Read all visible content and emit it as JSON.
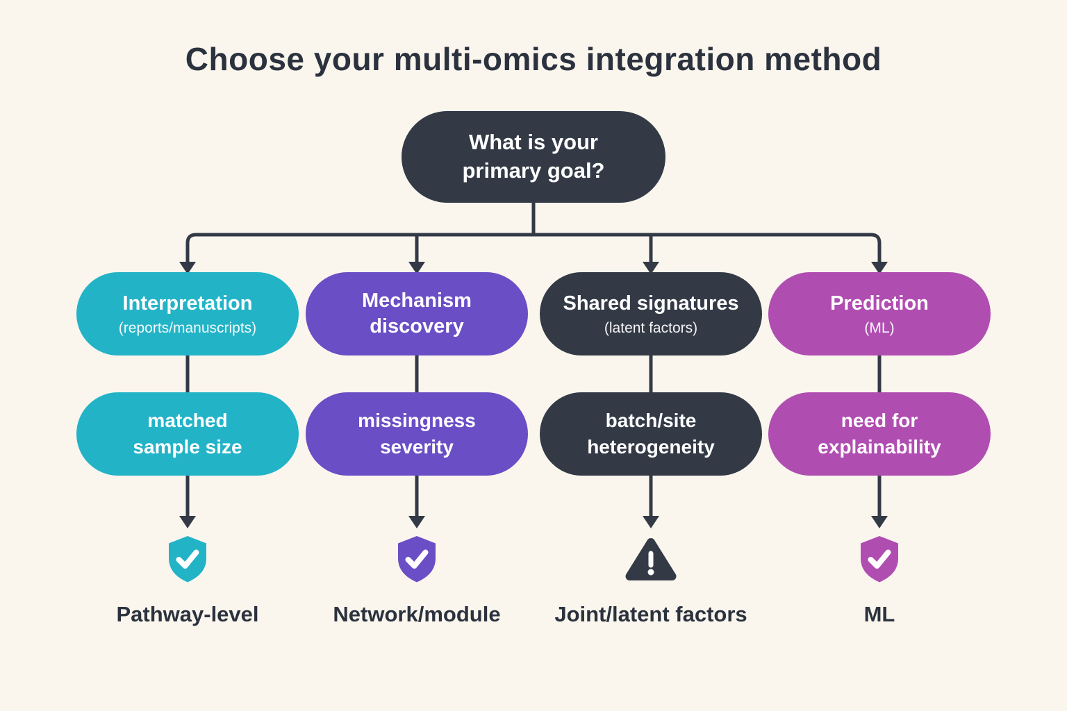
{
  "title": "Choose your multi-omics integration method",
  "colors": {
    "background": "#faf6ee",
    "dark": "#333a46",
    "line": "#333a46",
    "title_text": "#2b323e",
    "node_text": "#ffffff"
  },
  "root": {
    "lines": [
      "What is your",
      "primary goal?"
    ]
  },
  "branches": [
    {
      "goal": {
        "title": "Interpretation",
        "subtitle": "(reports/manuscripts)"
      },
      "factor": {
        "lines": [
          "matched",
          "sample size"
        ]
      },
      "icon": "shield-check",
      "outcome": "Pathway-level",
      "color": "#22b3c7"
    },
    {
      "goal": {
        "title": "Mechanism discovery",
        "subtitle": ""
      },
      "factor": {
        "lines": [
          "missingness",
          "severity"
        ]
      },
      "icon": "shield-check",
      "outcome": "Network/module",
      "color": "#6a4ec5"
    },
    {
      "goal": {
        "title": "Shared signatures",
        "subtitle": "(latent factors)"
      },
      "factor": {
        "lines": [
          "batch/site",
          "heterogeneity"
        ]
      },
      "icon": "warning-triangle",
      "outcome": "Joint/latent factors",
      "color": "#333a46"
    },
    {
      "goal": {
        "title": "Prediction",
        "subtitle": "(ML)"
      },
      "factor": {
        "lines": [
          "need for",
          "explainability"
        ]
      },
      "icon": "shield-check",
      "outcome": "ML",
      "color": "#b04db1"
    }
  ]
}
